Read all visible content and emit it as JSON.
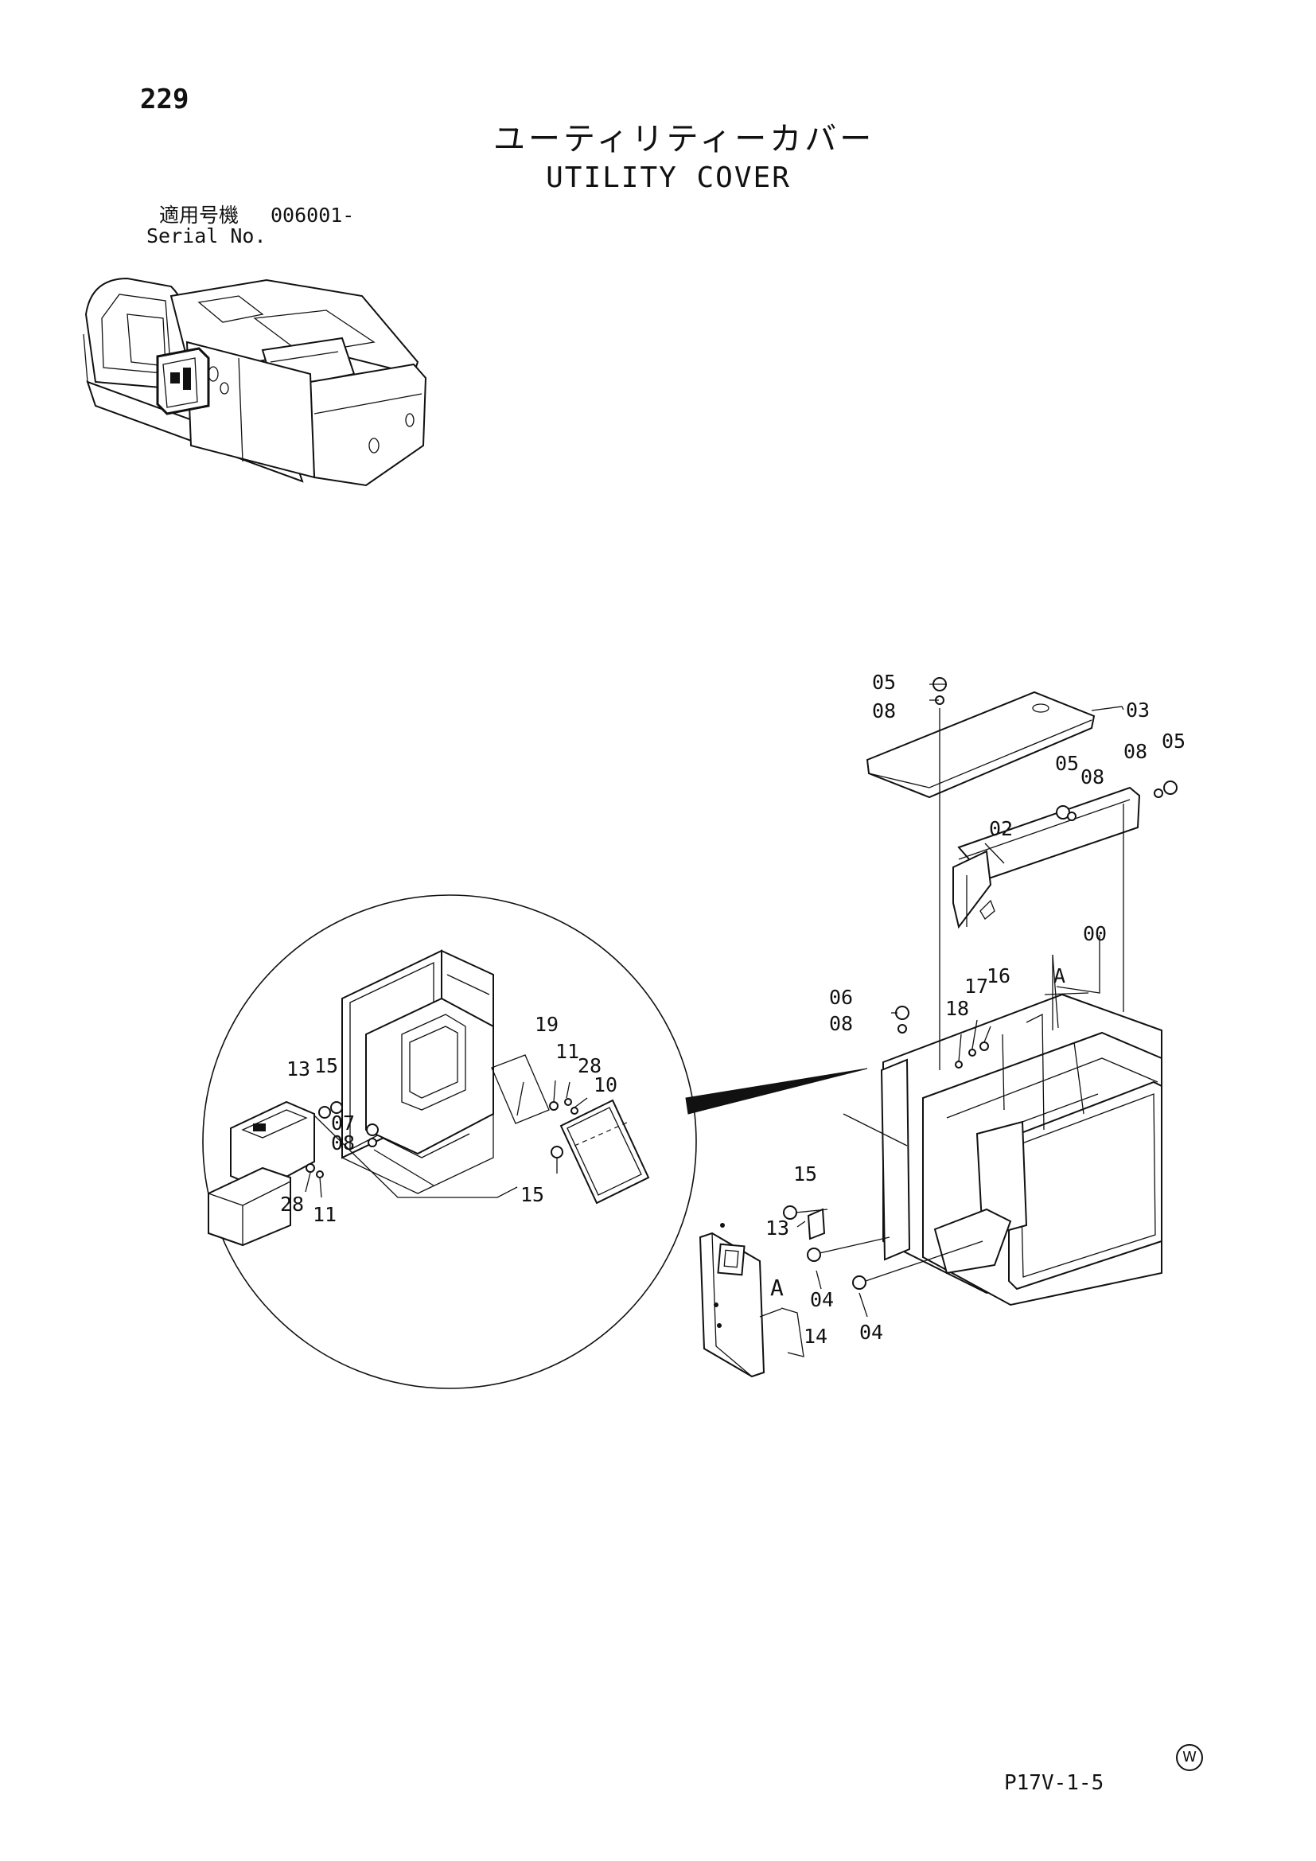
{
  "page": {
    "number": "229",
    "title_jp": "ユーティリティーカバー",
    "title_en": "UTILITY COVER",
    "serial_label_jp": "適用号機",
    "serial_value": "006001-",
    "serial_label_en": "Serial No.",
    "footer_code": "P17V-1-5",
    "watermark": "W"
  },
  "callouts": {
    "c05a": "05",
    "c08a": "08",
    "c03": "03",
    "c08b": "08",
    "c05b": "05",
    "c05c": "05",
    "c08c": "08",
    "c02": "02",
    "c00": "00",
    "cA1": "A",
    "c06": "06",
    "c08d": "08",
    "c18": "18",
    "c17": "17",
    "c16": "16",
    "c15a": "15",
    "c13a": "13",
    "c04a": "04",
    "c04b": "04",
    "cA2": "A",
    "c14": "14",
    "c19": "19",
    "c11a": "11",
    "c28a": "28",
    "c10": "10",
    "c13b": "13",
    "c15b": "15",
    "c07": "07",
    "c08e": "08",
    "c15c": "15",
    "c28b": "28",
    "c11b": "11"
  }
}
